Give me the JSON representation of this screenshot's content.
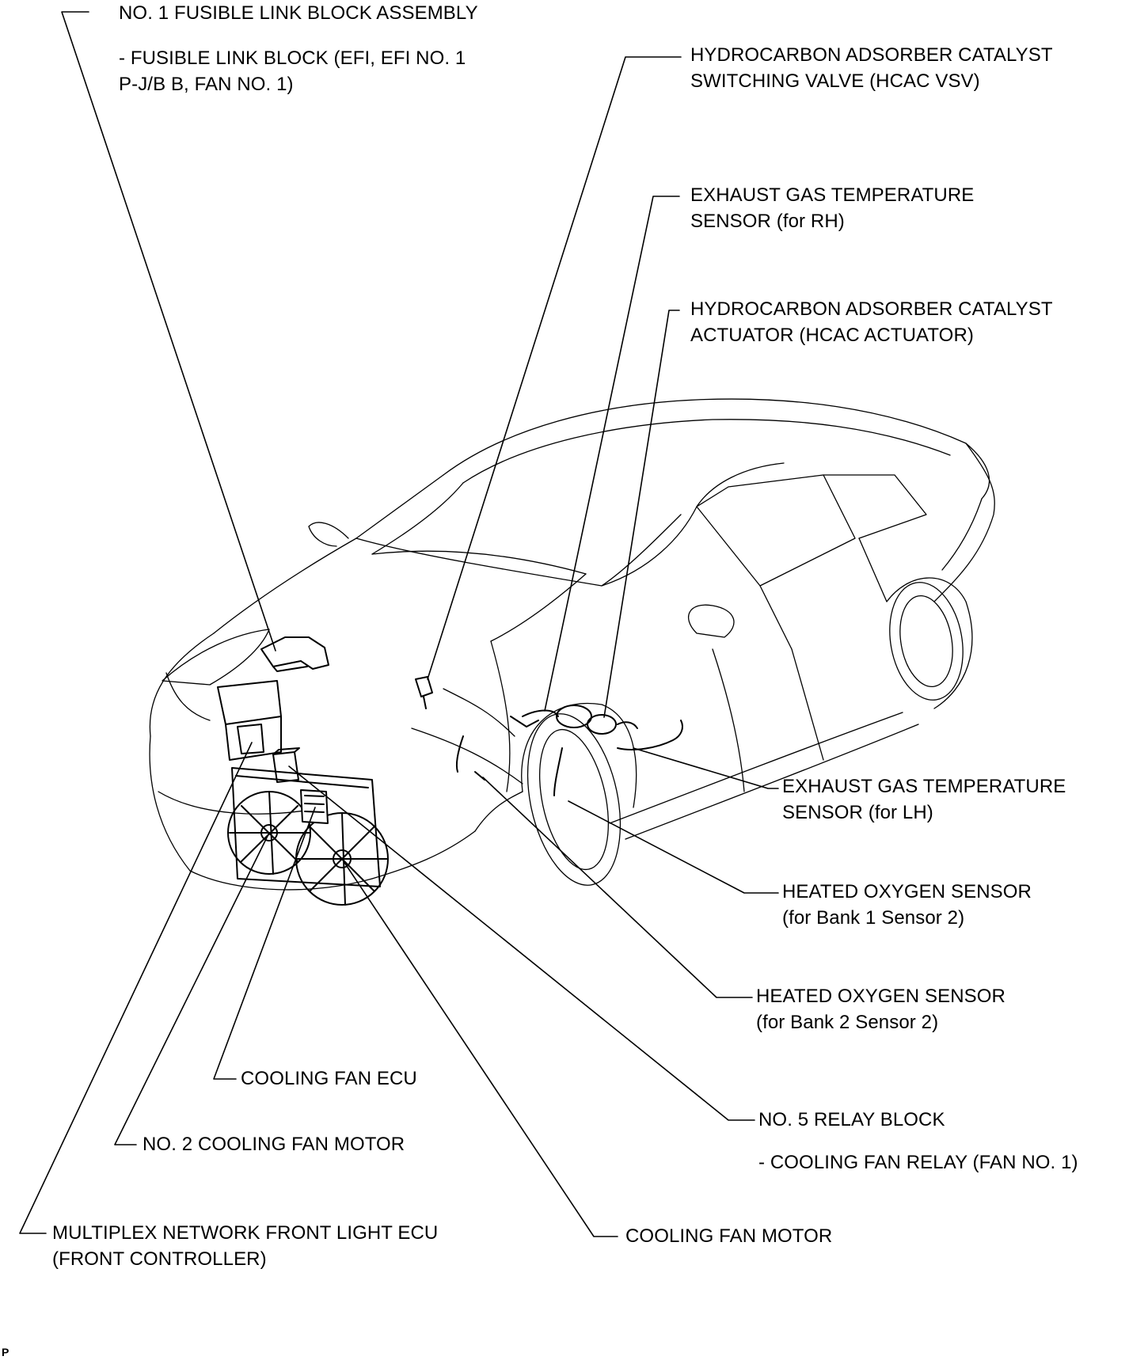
{
  "labels": {
    "fusible_link_block": {
      "title": "NO. 1 FUSIBLE LINK BLOCK ASSEMBLY",
      "sub1": "- FUSIBLE LINK BLOCK (EFI, EFI NO. 1",
      "sub2": "P-J/B B, FAN NO. 1)"
    },
    "hcac_vsv": {
      "line1": "HYDROCARBON ADSORBER CATALYST",
      "line2": "SWITCHING VALVE (HCAC VSV)"
    },
    "egt_rh": {
      "line1": "EXHAUST GAS TEMPERATURE",
      "line2": "SENSOR (for RH)"
    },
    "hcac_actuator": {
      "line1": "HYDROCARBON ADSORBER CATALYST",
      "line2": "ACTUATOR (HCAC ACTUATOR)"
    },
    "egt_lh": {
      "line1": "EXHAUST GAS TEMPERATURE",
      "line2": "SENSOR (for LH)"
    },
    "ho2_bank1": {
      "line1": "HEATED OXYGEN SENSOR",
      "line2": "(for Bank 1 Sensor 2)"
    },
    "ho2_bank2": {
      "line1": "HEATED OXYGEN SENSOR",
      "line2": "(for Bank 2 Sensor 2)"
    },
    "cooling_fan_ecu": {
      "line1": "COOLING FAN ECU"
    },
    "no2_cooling_fan_motor": {
      "line1": "NO. 2 COOLING FAN MOTOR"
    },
    "relay_block": {
      "title": "NO. 5 RELAY BLOCK",
      "sub1": "- COOLING FAN RELAY (FAN NO. 1)"
    },
    "front_light_ecu": {
      "line1": "MULTIPLEX NETWORK FRONT LIGHT ECU",
      "line2": "(FRONT CONTROLLER)"
    },
    "cooling_fan_motor": {
      "line1": "COOLING FAN MOTOR"
    }
  },
  "figure_code": "P"
}
